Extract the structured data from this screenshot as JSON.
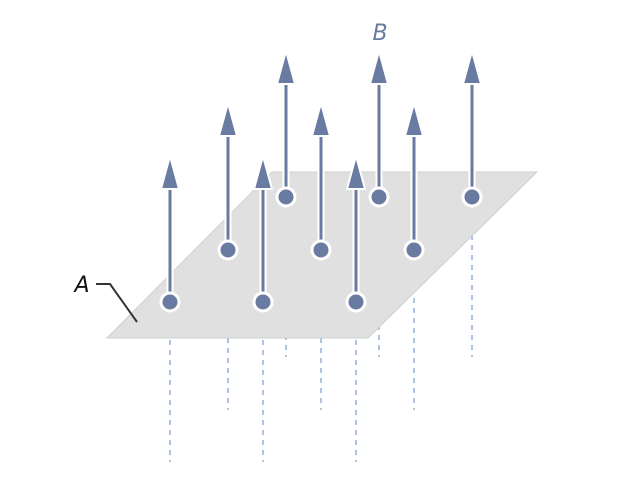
{
  "labels": {
    "field": "B",
    "surface": "A"
  },
  "colors": {
    "plane_fill": "#e0e0e0",
    "plane_stroke": "#cfcfcf",
    "arrow": "#6a7ba1",
    "dot_outline": "#ffffff",
    "dashed_line": "#8fb0d8",
    "field_label": "#6a7ba1",
    "surface_label": "#111111",
    "leader_line": "#333333"
  },
  "field_lines": {
    "count": 9,
    "direction": "up",
    "pierce_surface": true
  }
}
